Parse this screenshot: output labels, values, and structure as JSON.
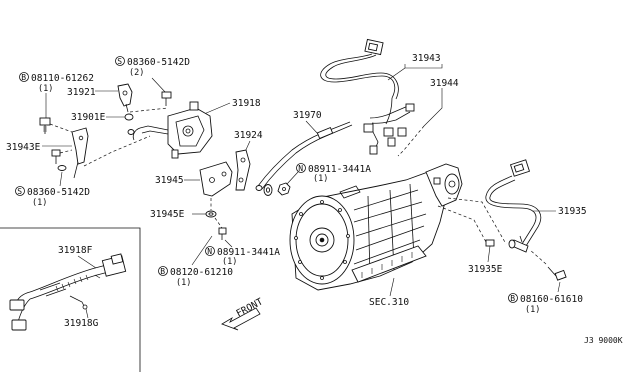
{
  "labels": {
    "bolt_08110": "08110-61262",
    "qty_08110": "(1)",
    "screw_08360_top": "08360-5142D",
    "qty_08360_top": "(2)",
    "p31921": "31921",
    "p31901e": "31901E",
    "p31918": "31918",
    "p31943e": "31943E",
    "screw_08360_bottom": "08360-5142D",
    "qty_08360_bottom": "(1)",
    "p31943": "31943",
    "p31944": "31944",
    "p31970": "31970",
    "p31924": "31924",
    "nut_08911_upper": "08911-3441A",
    "qty_08911_upper": "(1)",
    "p31945": "31945",
    "p31945e": "31945E",
    "nut_08911_lower": "08911-3441A",
    "bolt_08120": "08120-61210",
    "qty_08120": "(1)",
    "p31935": "31935",
    "p31935e": "31935E",
    "sec310": "SEC.310",
    "bolt_08160": "08160-61610",
    "qty_08160": "(1)",
    "p31918f": "31918F",
    "p31918g": "31918G",
    "front": "FRONT",
    "diagram_code": "J3 9000K"
  },
  "prefix_marks": {
    "bolt": "B",
    "screw": "S",
    "nut": "N"
  }
}
